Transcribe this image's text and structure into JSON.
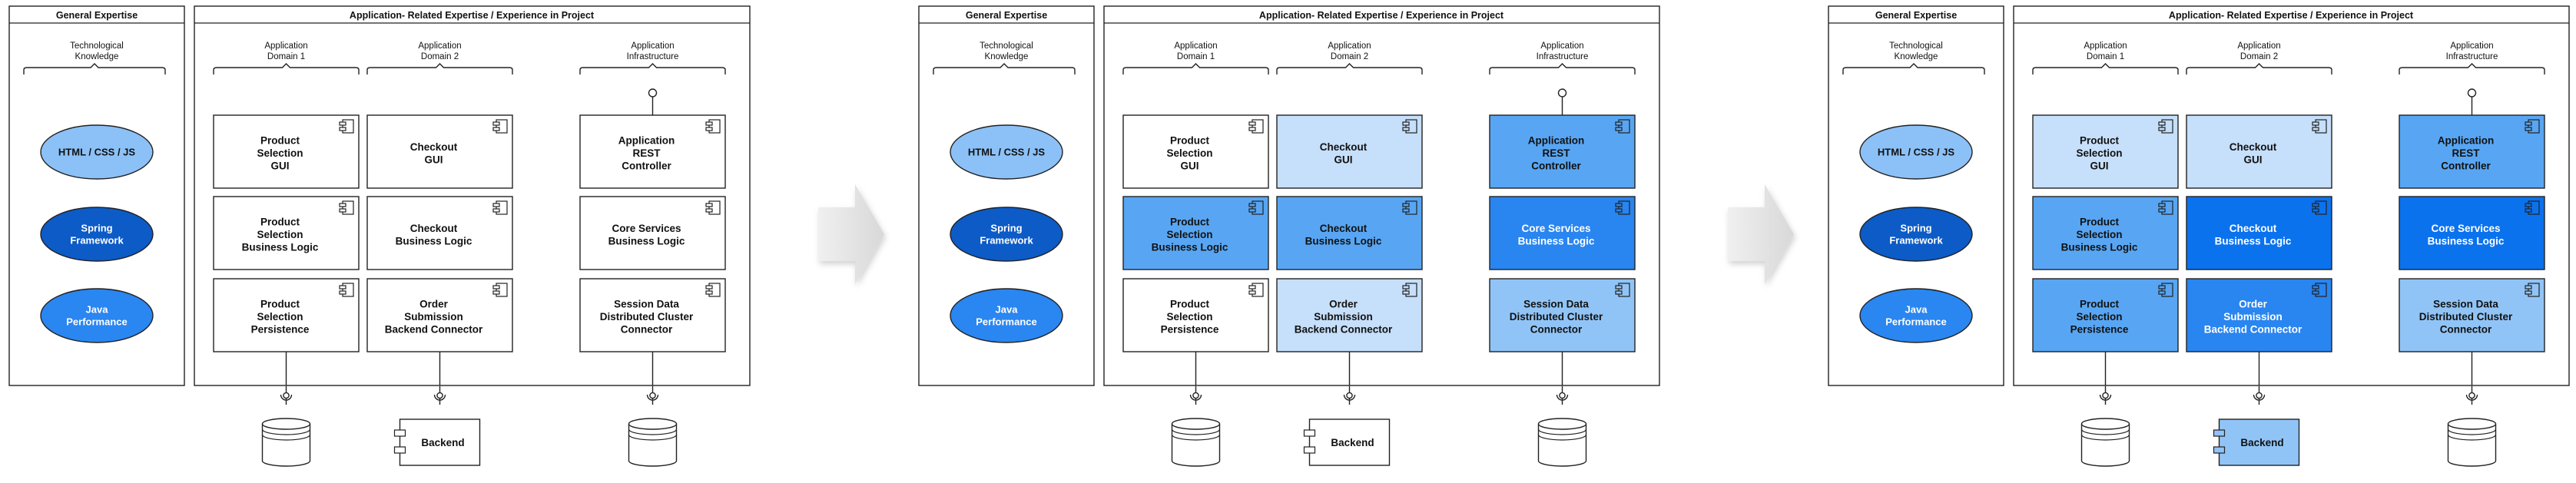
{
  "panels_count": 3,
  "colors": {
    "blue_pale": "#C6DFFA",
    "blue_light": "#91C4F6",
    "blue_mid": "#58A6F3",
    "blue_strong": "#2985F0",
    "blue_vivid": "#0B72EE",
    "blue_dark": "#0B5ECD",
    "ellipse_light": "#8CC1F7",
    "ellipse_mid": "#2A86F0",
    "ellipse_dark": "#0C5BC7",
    "stroke": "#222222",
    "arrow": "#E2E2E2"
  },
  "general": {
    "title": "General Expertise",
    "knowledge_label": [
      "Technological",
      "Knowledge"
    ],
    "skills": [
      {
        "lines": [
          "HTML / CSS / JS"
        ],
        "fill": "#8CC1F7"
      },
      {
        "lines": [
          "Spring",
          "Framework"
        ],
        "fill": "#0C5BC7"
      },
      {
        "lines": [
          "Java",
          "Performance"
        ],
        "fill": "#2A86F0"
      }
    ]
  },
  "application": {
    "title": "Application- Related Expertise / Experience in Project",
    "columns": [
      {
        "label": [
          "Application",
          "Domain 1"
        ]
      },
      {
        "label": [
          "Application",
          "Domain 2"
        ]
      },
      {
        "label": [
          "Application",
          "Infrastructure"
        ]
      }
    ],
    "components": [
      [
        "Product",
        "Selection",
        "GUI"
      ],
      [
        "Checkout",
        "GUI"
      ],
      [
        "Application",
        "REST",
        "Controller"
      ],
      [
        "Product",
        "Selection",
        "Business Logic"
      ],
      [
        "Checkout",
        "Business Logic"
      ],
      [
        "Core Services",
        "Business Logic"
      ],
      [
        "Product",
        "Selection",
        "Persistence"
      ],
      [
        "Order",
        "Submission",
        "Backend Connector"
      ],
      [
        "Session Data",
        "Distributed Cluster",
        "Connector"
      ]
    ],
    "backend_label": "Backend"
  },
  "panels": [
    {
      "fills": [
        "#FFFFFF",
        "#FFFFFF",
        "#FFFFFF",
        "#FFFFFF",
        "#FFFFFF",
        "#FFFFFF",
        "#FFFFFF",
        "#FFFFFF",
        "#FFFFFF"
      ],
      "backend_fill": "#FFFFFF"
    },
    {
      "fills": [
        "#FFFFFF",
        "#C6DFFA",
        "#58A6F3",
        "#58A6F3",
        "#58A6F3",
        "#2985F0",
        "#FFFFFF",
        "#C6DFFA",
        "#91C4F6"
      ],
      "backend_fill": "#FFFFFF"
    },
    {
      "fills": [
        "#C6DFFA",
        "#C6DFFA",
        "#58A6F3",
        "#58A6F3",
        "#0B72EE",
        "#0B72EE",
        "#58A6F3",
        "#2985F0",
        "#91C4F6"
      ],
      "backend_fill": "#91C4F6"
    }
  ]
}
